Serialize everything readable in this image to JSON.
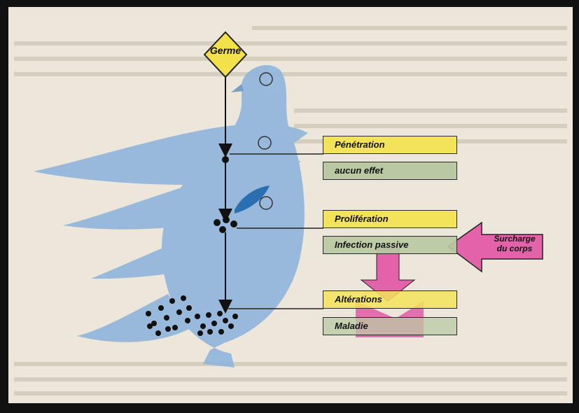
{
  "germ": {
    "label": "Germe"
  },
  "stages": [
    {
      "label": "Pénétration",
      "effect": "aucun effet"
    },
    {
      "label": "Prolifération",
      "effect": "Infection passive"
    },
    {
      "label": "Altérations",
      "effect": "Maladie"
    }
  ],
  "external_factor": {
    "line1": "Surcharge",
    "line2": "du corps"
  },
  "colors": {
    "page": "#ece7da",
    "bird": "#8fb5dc",
    "yellow_box": "#f3e35a",
    "green_box": "#b9c9a3",
    "pink_arrow": "#e263a9",
    "germ_diamond": "#f2e14b"
  }
}
